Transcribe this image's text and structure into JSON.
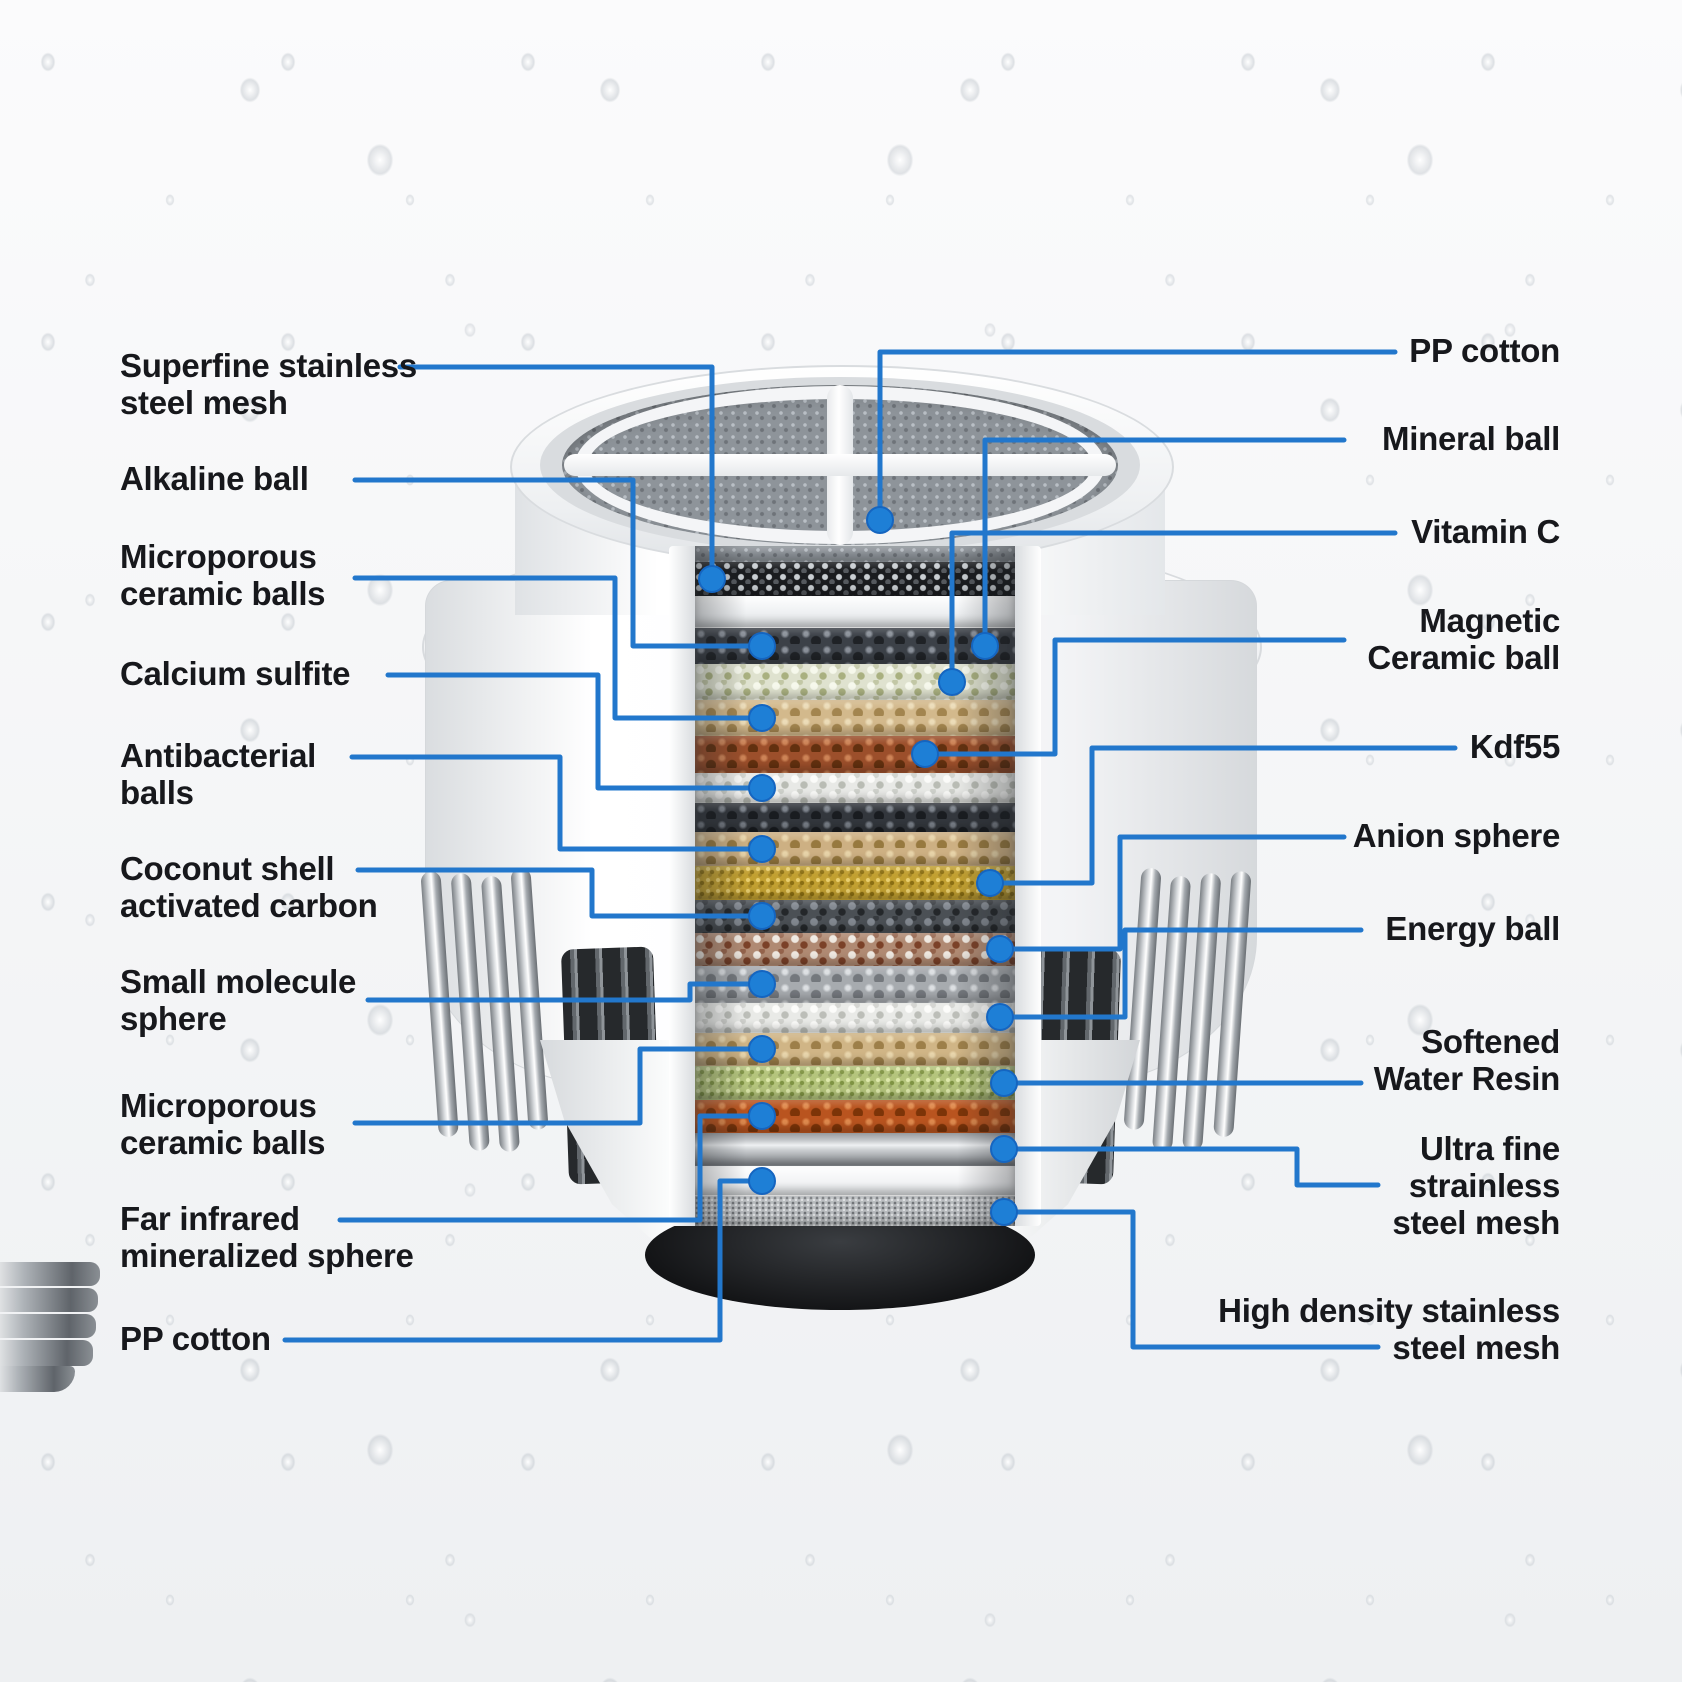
{
  "diagram": {
    "subject": "Shower water filter cartridge cutaway with layer callouts",
    "accent_color": "#2277cc",
    "dot_color": "#1e7fd6",
    "text_color": "#17181c",
    "background_color": "#f5f6f8"
  },
  "labels_left": [
    {
      "text": "Superfine stainless\nsteel mesh",
      "target": "superfine-mesh"
    },
    {
      "text": "Alkaline ball",
      "target": "alkaline-mineral-ball"
    },
    {
      "text": "Microporous\nceramic balls",
      "target": "microporous-ceramic-1"
    },
    {
      "text": "Calcium sulfite",
      "target": "calcium-sulfite"
    },
    {
      "text": "Antibacterial\nballs",
      "target": "antibacterial-balls"
    },
    {
      "text": "Coconut shell\nactivated carbon",
      "target": "coconut-carbon"
    },
    {
      "text": "Small molecule\nsphere",
      "target": "small-molecule-sphere"
    },
    {
      "text": "Microporous\nceramic balls",
      "target": "microporous-ceramic-2"
    },
    {
      "text": "Far infrared\nmineralized sphere",
      "target": "far-infrared-sphere"
    },
    {
      "text": "PP cotton",
      "target": "pp-cotton-bottom"
    }
  ],
  "labels_right": [
    {
      "text": "PP cotton",
      "target": "pp-cotton-top"
    },
    {
      "text": "Mineral ball",
      "target": "alkaline-mineral-ball"
    },
    {
      "text": "Vitamin C",
      "target": "vitamin-c"
    },
    {
      "text": "Magnetic\nCeramic ball",
      "target": "magnetic-ceramic-ball"
    },
    {
      "text": "Kdf55",
      "target": "kdf55"
    },
    {
      "text": "Anion sphere",
      "target": "anion-sphere"
    },
    {
      "text": "Energy ball",
      "target": "energy-ball"
    },
    {
      "text": "Softened\nWater Resin",
      "target": "softened-water-resin"
    },
    {
      "text": "Ultra fine\nstrainless\nsteel mesh",
      "target": "ultrafine-mesh-ring"
    },
    {
      "text": "High density stainless\nsteel mesh",
      "target": "high-density-mesh"
    }
  ],
  "filter_layers": [
    {
      "key": "pp-cotton-top",
      "name": "PP cotton (top)",
      "texture": "fabric",
      "base": "#8e949a",
      "hi": "#b9bfc5",
      "lo": "#6e7379"
    },
    {
      "key": "superfine-mesh",
      "name": "Superfine stainless steel mesh",
      "texture": "mesh",
      "base": "#1a1c1f",
      "hi": "#c9ced2",
      "lo": "#55595e"
    },
    {
      "key": "retainer-ring-top",
      "name": "retainer ring",
      "texture": "band",
      "base": "#eef0f2",
      "hi": "#ffffff",
      "lo": "#d6d9db"
    },
    {
      "key": "alkaline-mineral-ball",
      "name": "Alkaline ball / Mineral ball",
      "texture": "beads",
      "base": "#3c4148",
      "hi": "#8a9099",
      "lo": "#1f2226"
    },
    {
      "key": "vitamin-c",
      "name": "Vitamin C",
      "texture": "gravel",
      "base": "#dfe2cf",
      "hi": "#f6f8ec",
      "lo": "#a9b080"
    },
    {
      "key": "microporous-ceramic-1",
      "name": "Microporous ceramic balls",
      "texture": "beads",
      "base": "#d3b98c",
      "hi": "#ecdcb8",
      "lo": "#a3854f"
    },
    {
      "key": "magnetic-ceramic-ball",
      "name": "Magnetic Ceramic ball",
      "texture": "beads",
      "base": "#9c4f2b",
      "hi": "#cd8356",
      "lo": "#62300f"
    },
    {
      "key": "calcium-sulfite",
      "name": "Calcium sulfite",
      "texture": "gravel",
      "base": "#e8e9e6",
      "hi": "#fbfbf9",
      "lo": "#b9bcb4"
    },
    {
      "key": "mineral-beads-dark",
      "name": "mineral beads (dark)",
      "texture": "beads",
      "base": "#33373d",
      "hi": "#7a8089",
      "lo": "#191c20"
    },
    {
      "key": "antibacterial-balls",
      "name": "Antibacterial balls",
      "texture": "beads",
      "base": "#cdb083",
      "hi": "#e8d4a9",
      "lo": "#97793f"
    },
    {
      "key": "kdf55",
      "name": "Kdf55",
      "texture": "granule",
      "base": "#c2a031",
      "hi": "#e8ce70",
      "lo": "#8a6e12"
    },
    {
      "key": "coconut-carbon",
      "name": "Coconut shell activated carbon",
      "texture": "gravel",
      "base": "#4b5055",
      "hi": "#838991",
      "lo": "#24272a"
    },
    {
      "key": "anion-sphere",
      "name": "Anion sphere",
      "texture": "gravel",
      "base": "#b08a73",
      "hi": "#efe8e0",
      "lo": "#7b4128"
    },
    {
      "key": "small-molecule-sphere",
      "name": "Small molecule sphere",
      "texture": "beads",
      "base": "#a7abaf",
      "hi": "#dcdfe2",
      "lo": "#74787d"
    },
    {
      "key": "energy-ball",
      "name": "Energy ball",
      "texture": "gravel",
      "base": "#e9eae7",
      "hi": "#fcfcfa",
      "lo": "#bcbeb8"
    },
    {
      "key": "microporous-ceramic-2",
      "name": "Microporous ceramic balls",
      "texture": "beads",
      "base": "#d0b586",
      "hi": "#ead7ad",
      "lo": "#9d7f49"
    },
    {
      "key": "softened-water-resin",
      "name": "Softened Water Resin",
      "texture": "granule",
      "base": "#b4c47c",
      "hi": "#dde8ab",
      "lo": "#7f9343"
    },
    {
      "key": "far-infrared-sphere",
      "name": "Far infrared mineralized sphere",
      "texture": "beads",
      "base": "#b9541f",
      "hi": "#e08a4e",
      "lo": "#7c3408"
    },
    {
      "key": "ultrafine-mesh-ring",
      "name": "Ultra fine stainless steel mesh (ring)",
      "texture": "silver",
      "base": "#c7cacd",
      "hi": "#eef0f2",
      "lo": "#85898e"
    },
    {
      "key": "pp-cotton-bottom",
      "name": "PP cotton (bottom)",
      "texture": "band",
      "base": "#f2f3f5",
      "hi": "#ffffff",
      "lo": "#d6d9db"
    },
    {
      "key": "high-density-mesh",
      "name": "High density stainless steel mesh",
      "texture": "finemesh",
      "base": "#b7babd",
      "hi": "#dcdee0",
      "lo": "#6f7276"
    }
  ]
}
